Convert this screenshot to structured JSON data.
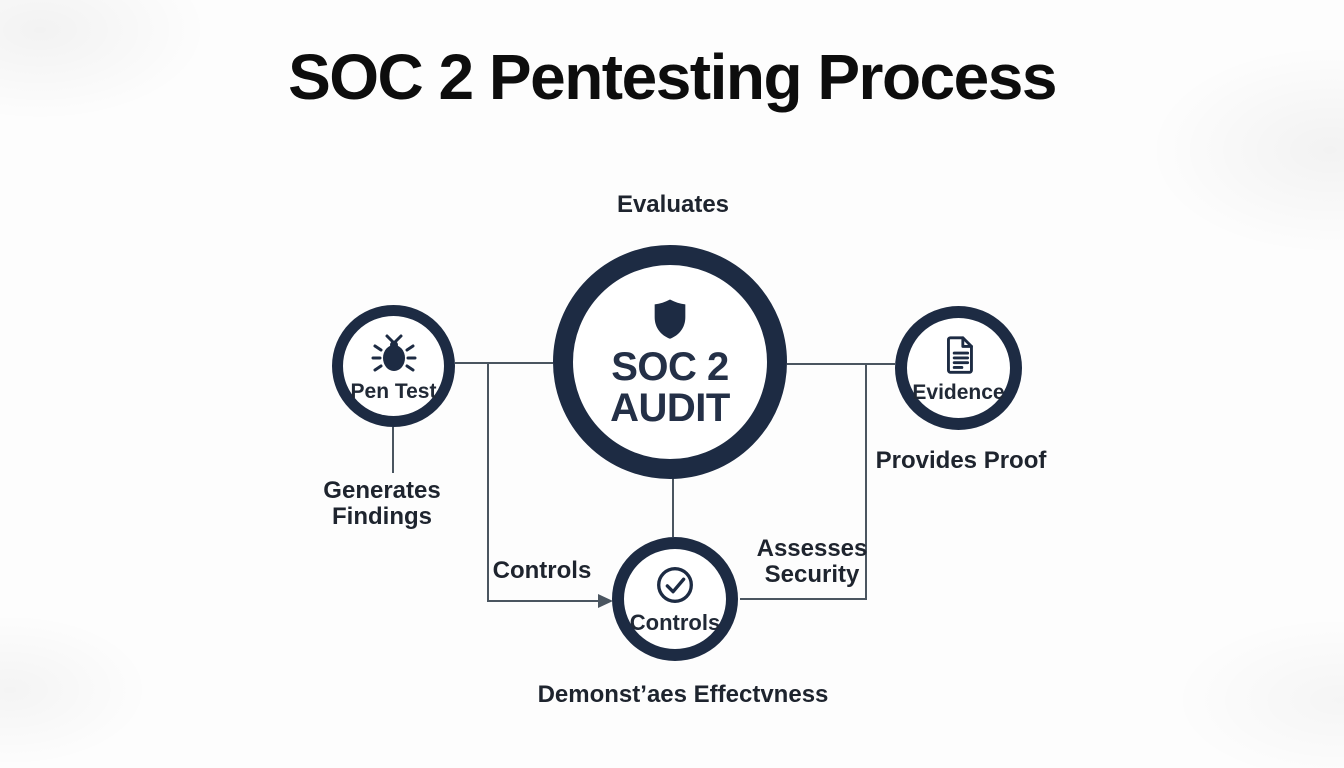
{
  "title": "SOC 2 Pentesting Process",
  "center_node": {
    "top_label": "Evaluates",
    "icon": "shield",
    "line1": "SOC 2",
    "line2": "AUDIT"
  },
  "left_node": {
    "icon": "bug",
    "label": "Pen Test",
    "caption": "Generates Findings"
  },
  "right_node": {
    "icon": "document",
    "label": "Evidence",
    "caption": "Provides Proof"
  },
  "bottom_node": {
    "icon": "check-circle",
    "label": "Controls",
    "caption": "Demonst’aes Effectvness"
  },
  "edge_labels": {
    "left_vertical": "Controls",
    "right_vertical": "Assesses Security"
  },
  "colors": {
    "navy": "#1d2b43",
    "line_gray": "#4a5560",
    "text": "#1e242e",
    "background": "#fdfdfd"
  }
}
